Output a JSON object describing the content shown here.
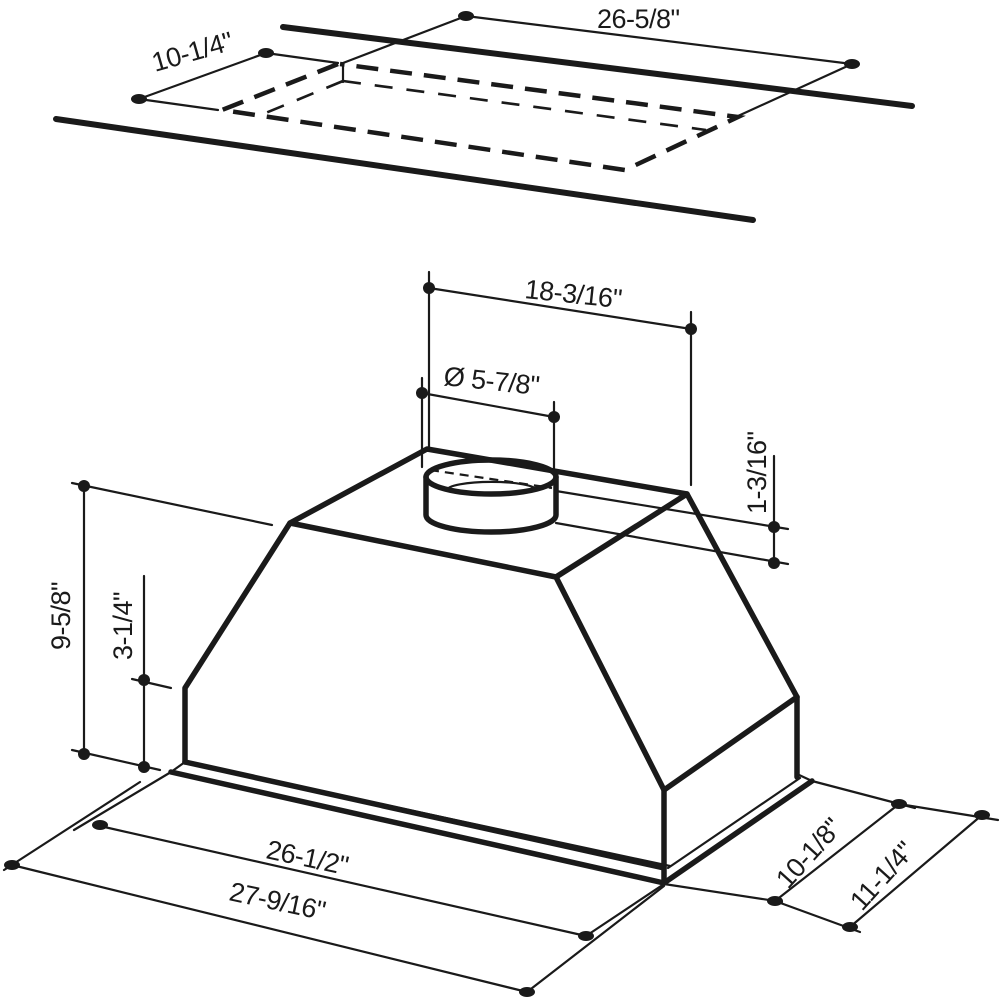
{
  "diagram": {
    "subject": "Range hood insert dimension drawing",
    "views": [
      "cabinet-cutout-top",
      "hood-isometric"
    ],
    "colors": {
      "line": "#1a1a1a",
      "background": "#ffffff"
    }
  },
  "cutout": {
    "width_label": "26-5/8\"",
    "depth_label": "10-1/4\""
  },
  "hood": {
    "duct_span_label": "18-3/16\"",
    "duct_diameter_label": "Ø 5-7/8\"",
    "collar_height_label": "1-3/16\"",
    "total_height_label": "9-5/8\"",
    "skirt_height_label": "3-1/4\"",
    "body_width_label": "26-1/2\"",
    "flange_width_label": "27-9/16\"",
    "body_depth_label": "10-1/8\"",
    "flange_depth_label": "11-1/4\""
  }
}
